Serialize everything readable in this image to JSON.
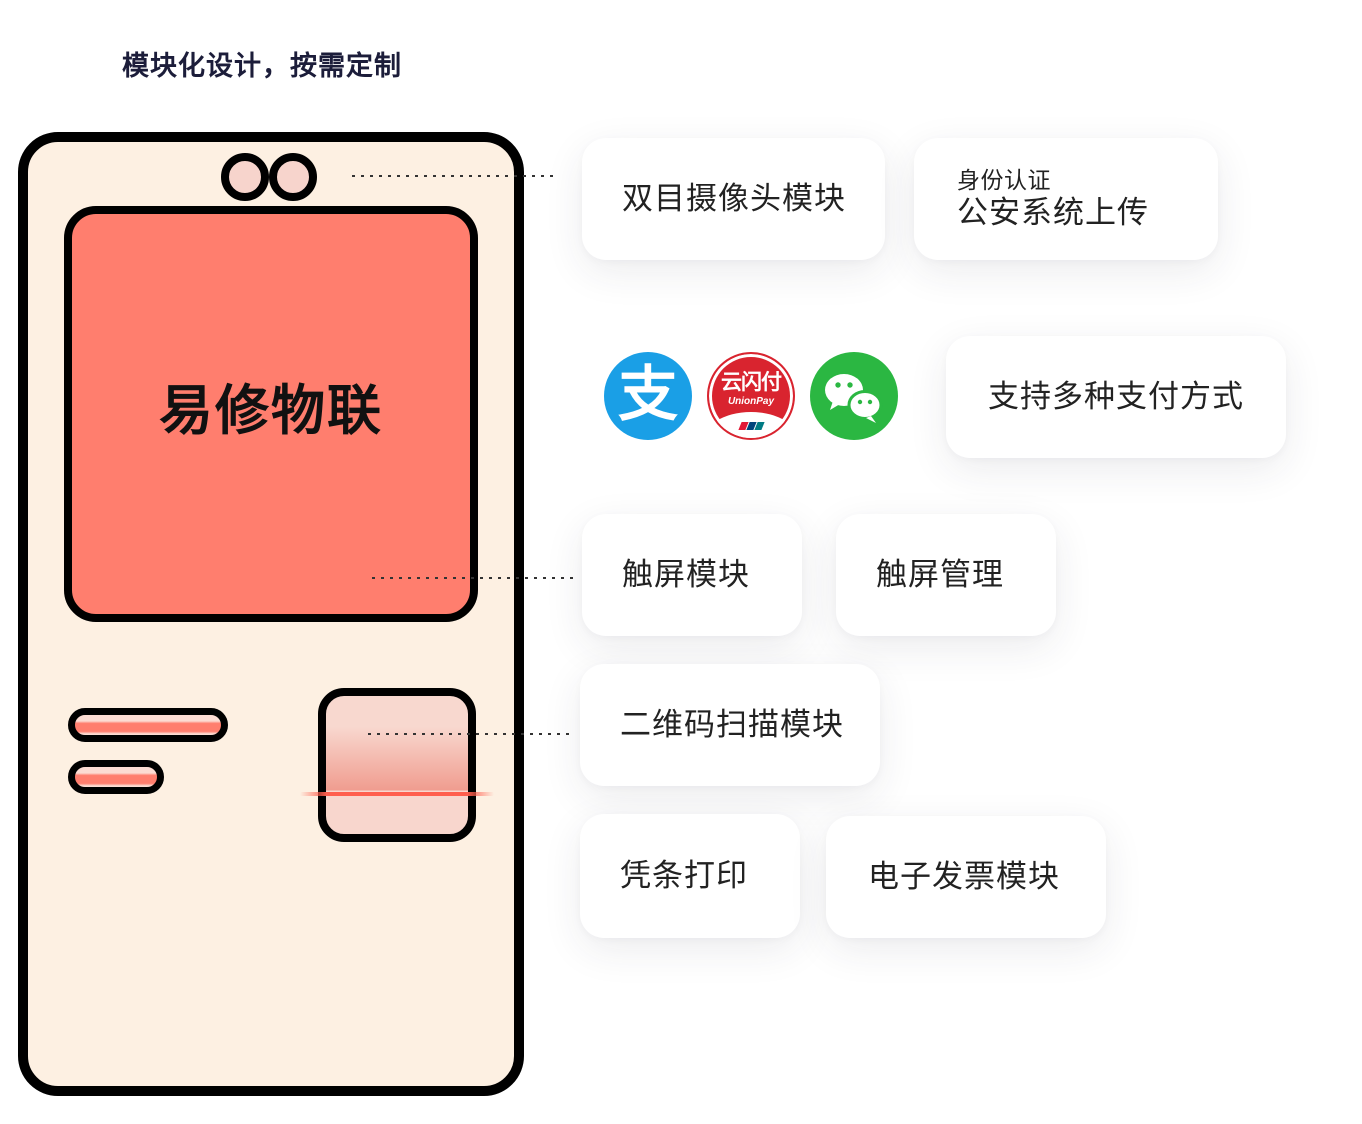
{
  "title": "模块化设计，按需定制",
  "device": {
    "screen_label": "易修物联"
  },
  "modules": {
    "camera": {
      "label": "双目摄像头模块"
    },
    "identity": {
      "caption": "身份认证",
      "label": "公安系统上传"
    },
    "payment": {
      "label": "支持多种支付方式",
      "methods": [
        {
          "icon": "alipay-icon",
          "glyph": "支"
        },
        {
          "icon": "unionpay-icon",
          "title": "云闪付",
          "subtitle": "UnionPay"
        },
        {
          "icon": "wechat-pay-icon"
        }
      ]
    },
    "touch_screen": {
      "label": "触屏模块"
    },
    "touch_management": {
      "label": "触屏管理"
    },
    "qr_scanner": {
      "label": "二维码扫描模块"
    },
    "receipt_printer": {
      "label": "凭条打印"
    },
    "e_invoice": {
      "label": "电子发票模块"
    }
  },
  "colors": {
    "page_bg": "#ffffff",
    "title": "#1c1d3a",
    "text": "#222222",
    "outline": "#000000",
    "device_fill": "#fdf0e2",
    "screen_fill": "#ff7e6e",
    "screen_text": "#111111",
    "accent_pink": "#f7d4cc",
    "laser": "#ff5e4d",
    "leader": "#333333",
    "card_bg": "#ffffff",
    "alipay_blue": "#1a9fe6",
    "unionpay_red": "#d9242f",
    "wechat_green": "#2bb742"
  }
}
